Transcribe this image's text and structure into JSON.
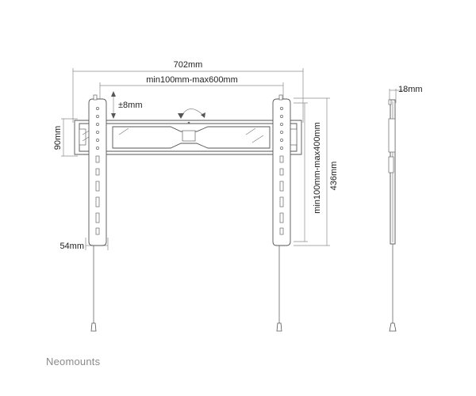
{
  "dimensions": {
    "overall_width": "702mm",
    "hole_pattern_width": "min100mm-max600mm",
    "tilt": "±8mm",
    "plate_height": "90mm",
    "arm_width": "54mm",
    "hole_pattern_height": "min100mm-max400mm",
    "overall_height": "436mm",
    "depth": "18mm"
  },
  "brand": {
    "name": "Neomounts"
  },
  "colors": {
    "line": "#555555",
    "dimension_line": "#8c8c8c",
    "brand_text": "#8a8a8a"
  },
  "icons": {
    "rotation": "curved-double-arrow-icon"
  }
}
